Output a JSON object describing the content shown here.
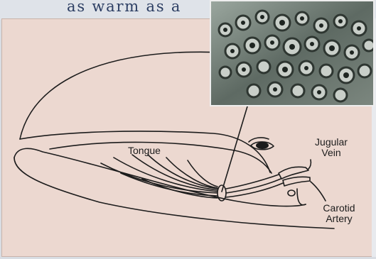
{
  "header": {
    "text": "as warm as a"
  },
  "labels": {
    "tongue": "Tongue",
    "jugular_line1": "Jugular",
    "jugular_line2": "Vein",
    "carotid_line1": "Carotid",
    "carotid_line2": "Artery"
  },
  "colors": {
    "panel": "#ecd8d0",
    "ink": "#1c1c1c",
    "header": "#2c3e63"
  }
}
